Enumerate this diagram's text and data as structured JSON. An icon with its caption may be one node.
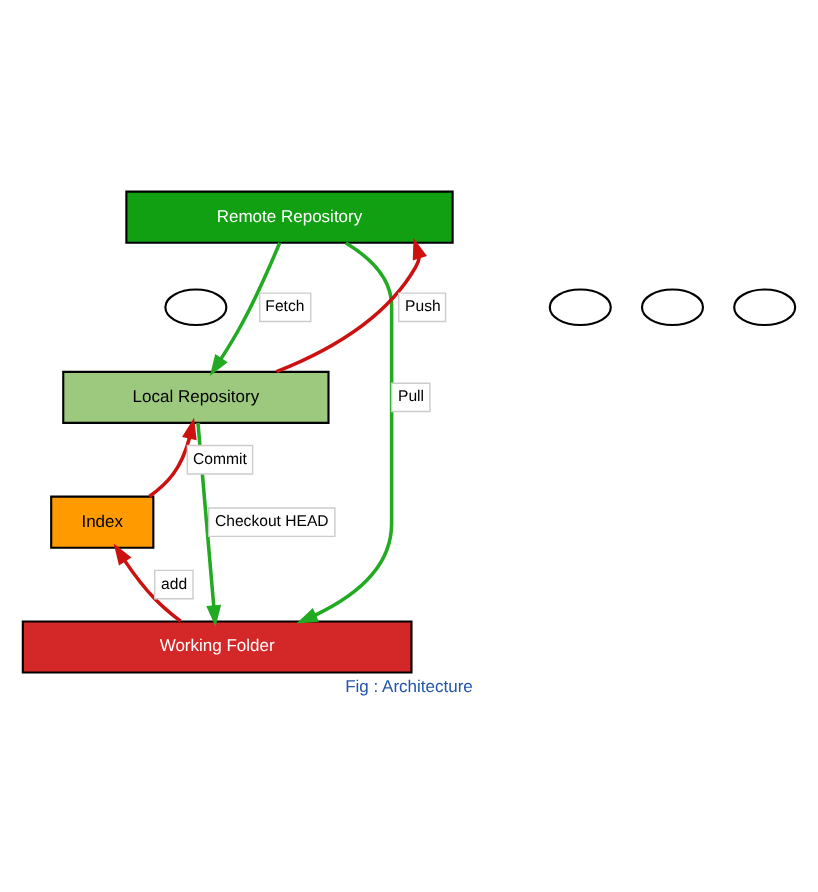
{
  "diagram": {
    "caption": "Fig : Architecture",
    "nodes": [
      {
        "text": [
          "Remote Repository"
        ]
      },
      {
        "text": [],
        "shape": "cloud"
      },
      {
        "text": [],
        "shape": "cloud"
      },
      {
        "text": [],
        "shape": "cloud"
      },
      {
        "text": [],
        "shape": "cloud"
      },
      {
        "text": [
          "Local Repository"
        ]
      },
      {
        "text": [
          "Index"
        ]
      },
      {
        "text": [
          "Working Folder"
        ]
      }
    ],
    "edges": [
      {
        "from": 0,
        "to": 7,
        "arrow": "to",
        "label": "Pull"
      },
      {
        "from": 0,
        "to": 5,
        "arrow": "to",
        "label": "Fetch"
      },
      {
        "from": 5,
        "to": 7,
        "arrow": "to",
        "label": "Checkout HEAD"
      },
      {
        "from": 5,
        "to": 0,
        "arrow": "to",
        "label": "Push",
        "color": "#cc1111"
      },
      {
        "from": 6,
        "to": 5,
        "arrow": "to",
        "label": "Commit",
        "color": "#cc1111"
      },
      {
        "from": 7,
        "to": 6,
        "arrow": "to",
        "label": "add",
        "color": "#cc1111"
      }
    ]
  }
}
